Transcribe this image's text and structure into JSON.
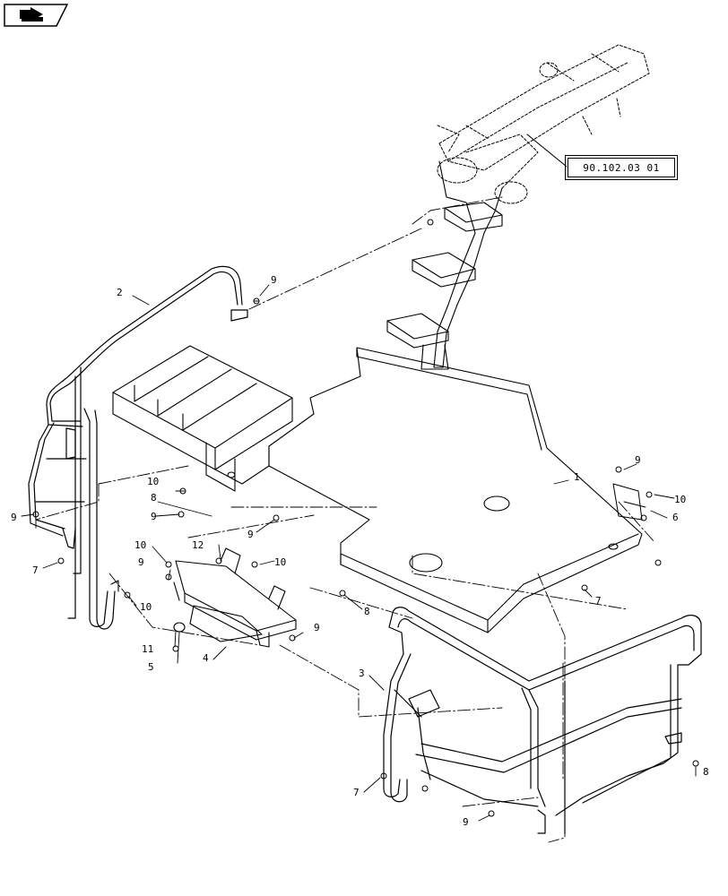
{
  "reference": {
    "label": "90.102.03 01"
  },
  "icons": {
    "nav": "back-arrow-icon"
  },
  "callouts": [
    {
      "id": "c1",
      "text": "1"
    },
    {
      "id": "c2",
      "text": "2"
    },
    {
      "id": "c3",
      "text": "3"
    },
    {
      "id": "c4",
      "text": "4"
    },
    {
      "id": "c5",
      "text": "5"
    },
    {
      "id": "c6",
      "text": "6"
    },
    {
      "id": "c7a",
      "text": "7"
    },
    {
      "id": "c7b",
      "text": "7"
    },
    {
      "id": "c7c",
      "text": "7"
    },
    {
      "id": "c8a",
      "text": "8"
    },
    {
      "id": "c8b",
      "text": "8"
    },
    {
      "id": "c8c",
      "text": "8"
    },
    {
      "id": "c9a",
      "text": "9"
    },
    {
      "id": "c9b",
      "text": "9"
    },
    {
      "id": "c9c",
      "text": "9"
    },
    {
      "id": "c9d",
      "text": "9"
    },
    {
      "id": "c9e",
      "text": "9"
    },
    {
      "id": "c9f",
      "text": "9"
    },
    {
      "id": "c9g",
      "text": "9"
    },
    {
      "id": "c9h",
      "text": "9"
    },
    {
      "id": "c10a",
      "text": "10"
    },
    {
      "id": "c10b",
      "text": "10"
    },
    {
      "id": "c10c",
      "text": "10"
    },
    {
      "id": "c10d",
      "text": "10"
    },
    {
      "id": "c10e",
      "text": "10"
    },
    {
      "id": "c11",
      "text": "11"
    },
    {
      "id": "c12",
      "text": "12"
    }
  ]
}
